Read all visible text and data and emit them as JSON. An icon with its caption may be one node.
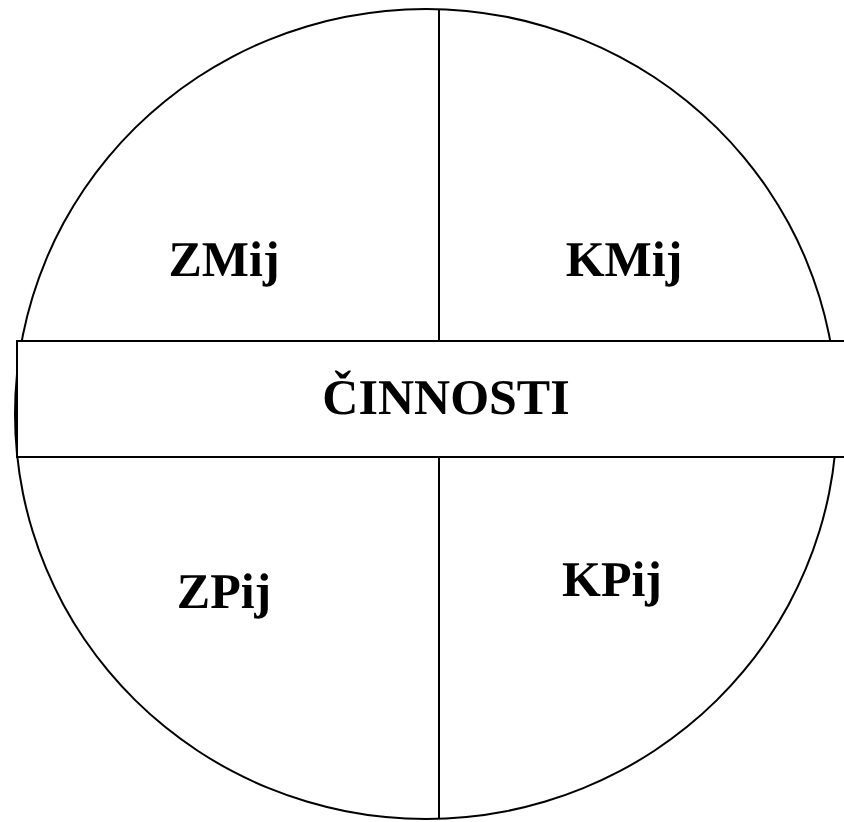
{
  "diagram": {
    "nodes": [
      {
        "text": [
          "ZMij",
          "KMij",
          "ZPij",
          "KPij"
        ]
      },
      {
        "text": [
          "ČINNOSTI"
        ],
        "in": 0
      }
    ]
  }
}
